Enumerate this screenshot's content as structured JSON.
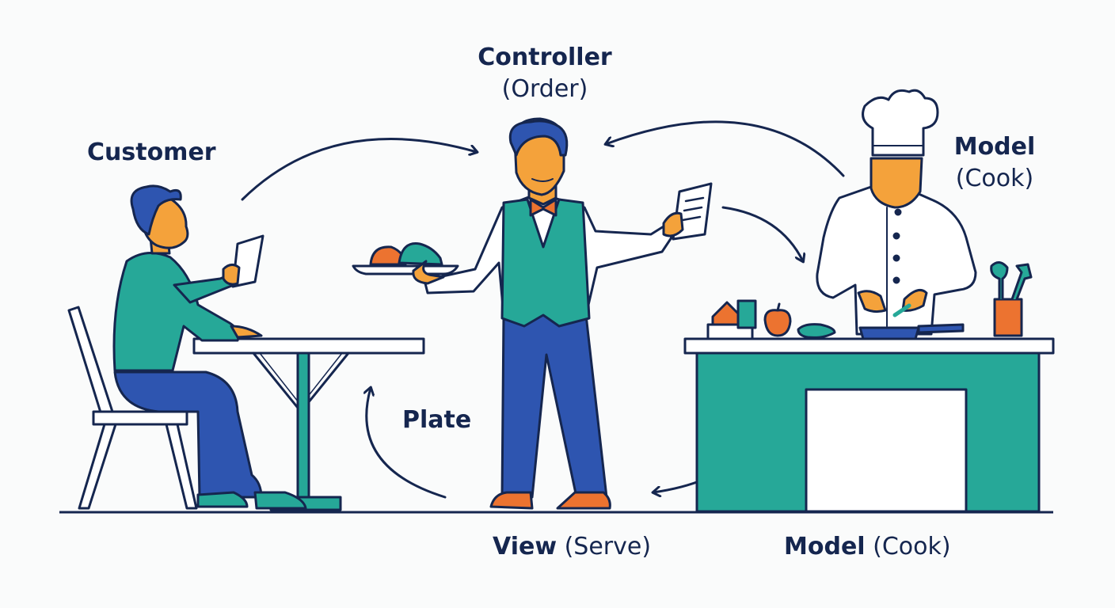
{
  "labels": {
    "customer": "Customer",
    "controller_title": "Controller",
    "controller_sub": "(Order)",
    "model_title": "Model",
    "model_sub": "(Cook)",
    "plate": "Plate",
    "view_title": "View",
    "view_sub": "(Serve)",
    "model_bottom_title": "Model",
    "model_bottom_sub": "(Cook)"
  },
  "colors": {
    "outline": "#15264f",
    "teal": "#26a898",
    "blue": "#2e55b0",
    "skin": "#f4a23b",
    "orange": "#ec7330",
    "white": "#ffffff",
    "background": "#fafbfb"
  }
}
